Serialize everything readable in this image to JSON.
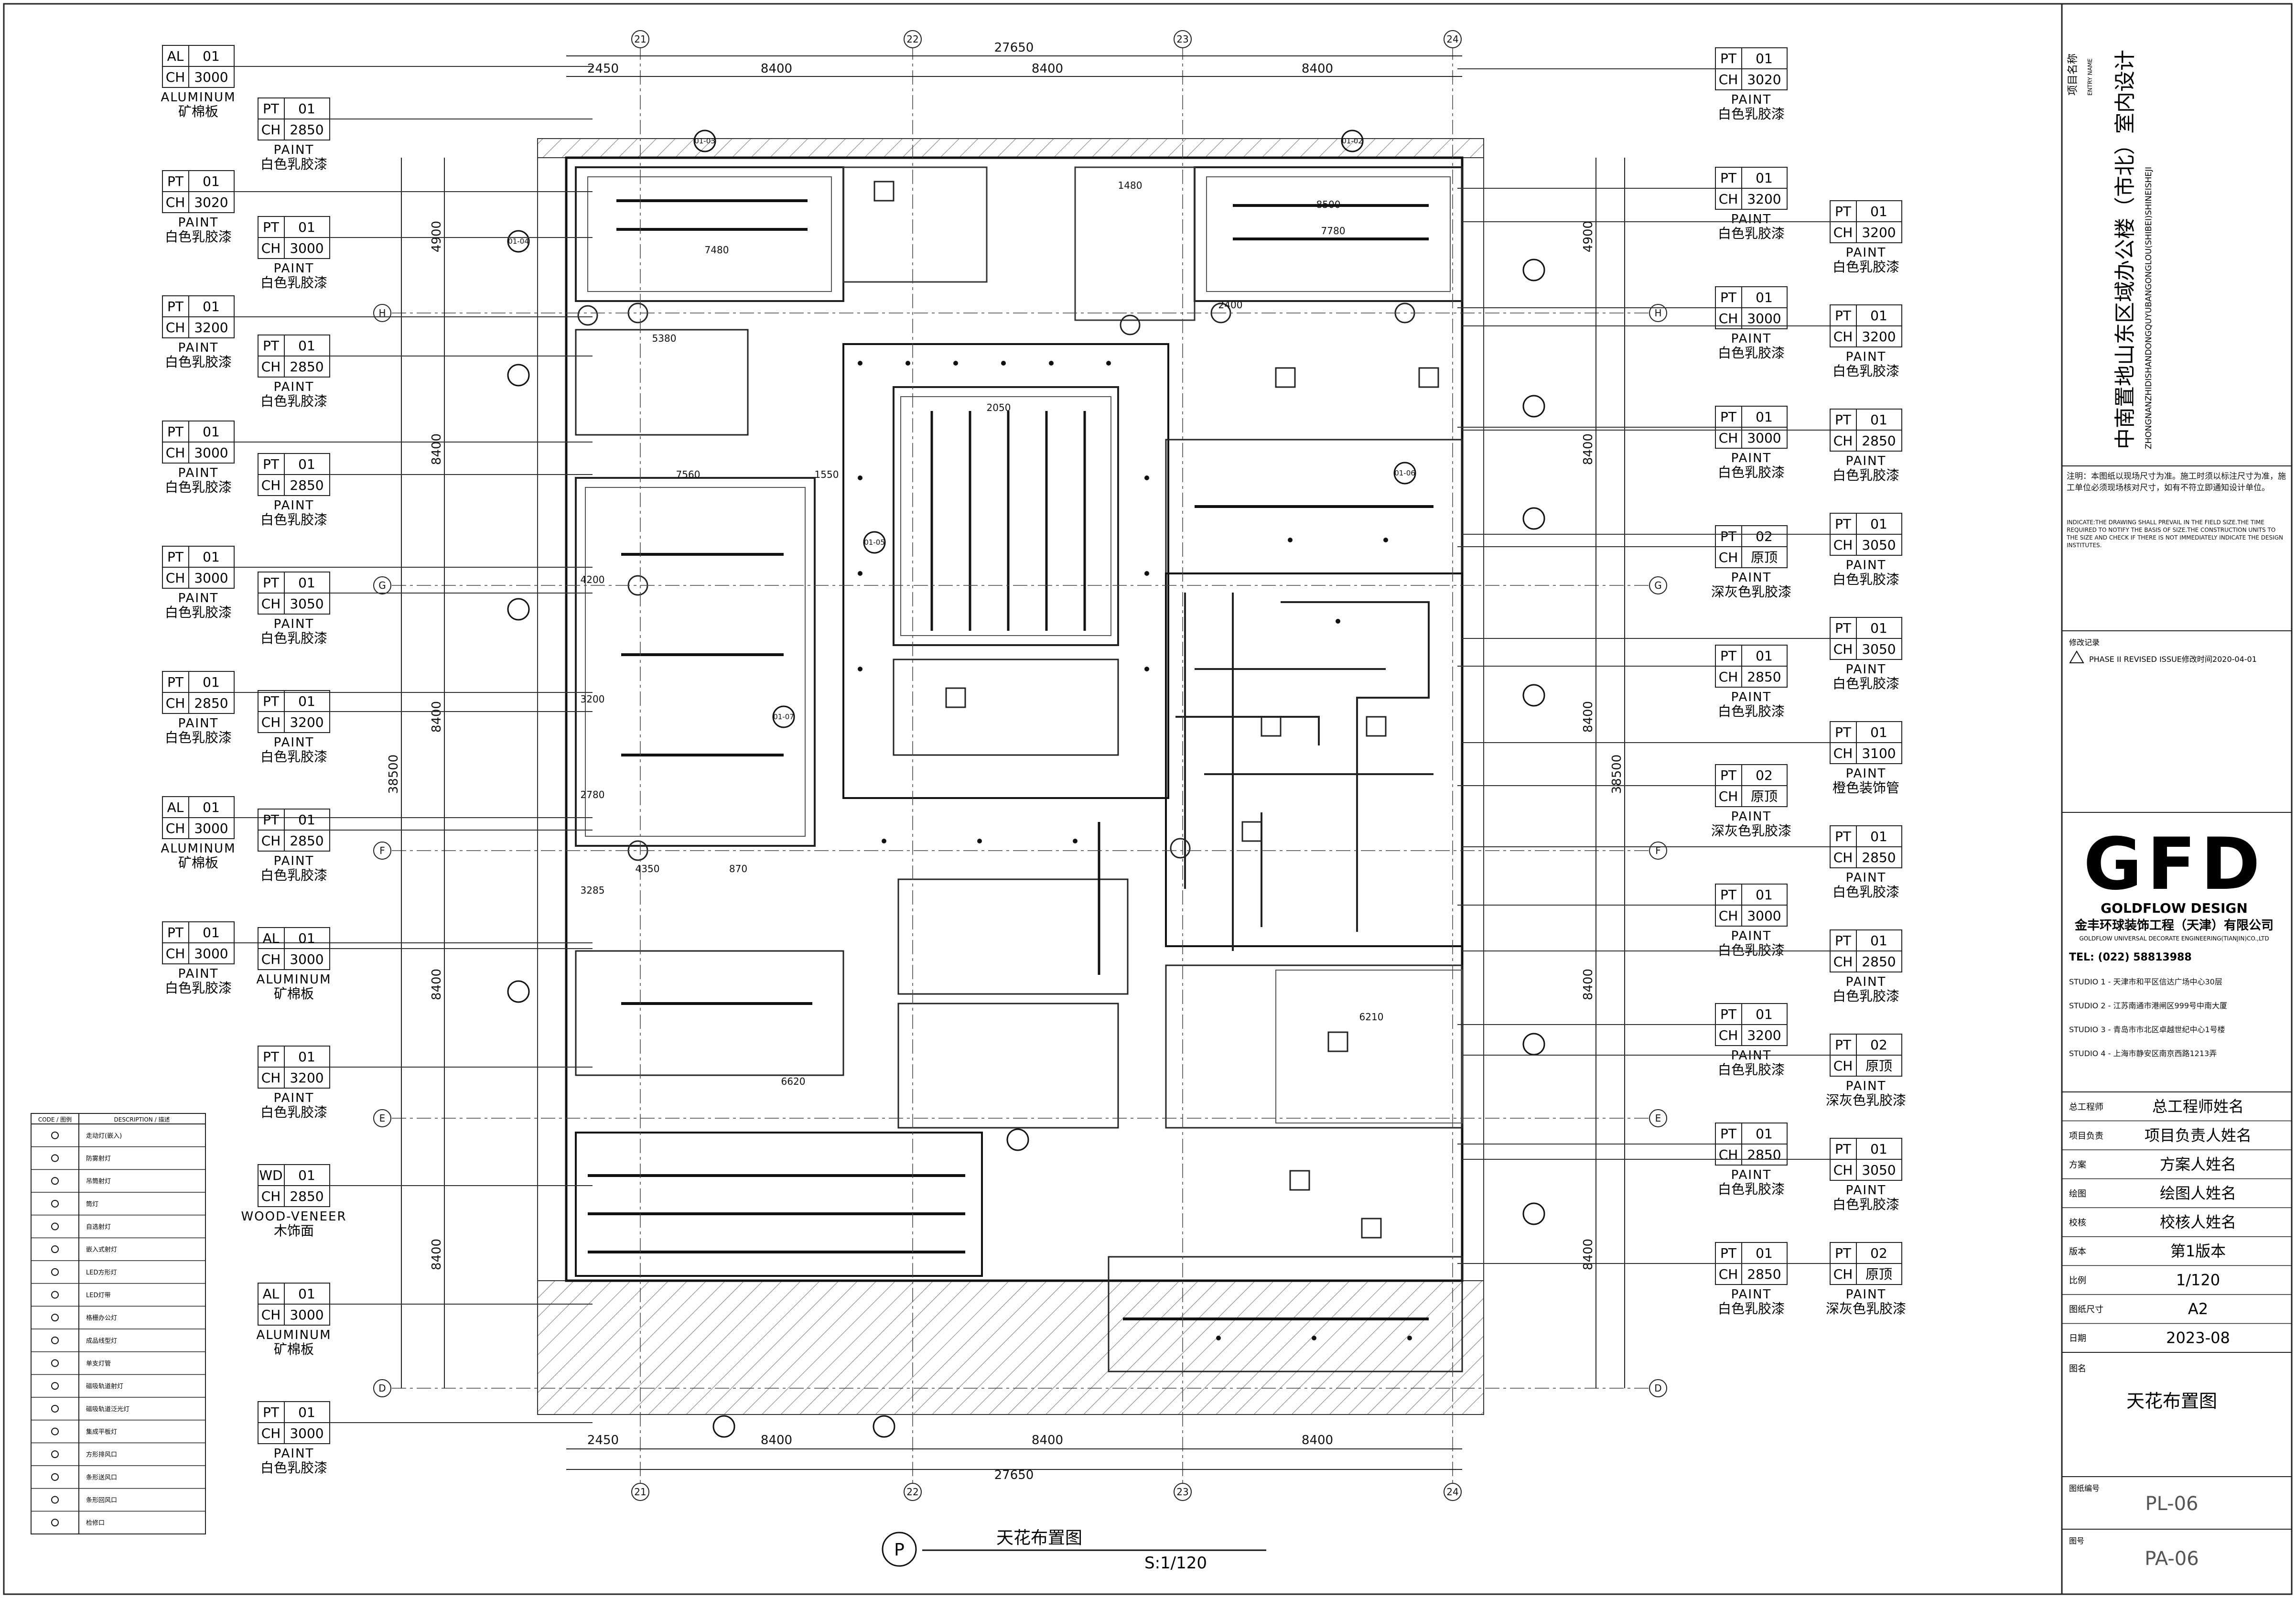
{
  "drawing": {
    "title": "天花布置图",
    "scale": "S:1/120",
    "drawing_mark": "P"
  },
  "grid": {
    "columns": [
      "21",
      "22",
      "23",
      "24"
    ],
    "rows": [
      "H",
      "G",
      "F",
      "E",
      "D"
    ],
    "dims_top": [
      "2450",
      "8400",
      "8400",
      "8400"
    ],
    "dims_bottom": [
      "2450",
      "8400",
      "8400",
      "8400"
    ],
    "overall_width": "27650",
    "dims_side": [
      "4900",
      "8400",
      "8400",
      "8400",
      "8400"
    ],
    "overall_height": "38500"
  },
  "tags_left": [
    {
      "code": "AL",
      "num": "01",
      "ch": "3000",
      "en": "ALUMINUM",
      "cn": "矿棉板"
    },
    {
      "code": "PT",
      "num": "01",
      "ch": "3020",
      "en": "PAINT",
      "cn": "白色乳胶漆"
    },
    {
      "code": "PT",
      "num": "01",
      "ch": "3200",
      "en": "PAINT",
      "cn": "白色乳胶漆"
    },
    {
      "code": "PT",
      "num": "01",
      "ch": "3000",
      "en": "PAINT",
      "cn": "白色乳胶漆"
    },
    {
      "code": "PT",
      "num": "01",
      "ch": "3000",
      "en": "PAINT",
      "cn": "白色乳胶漆"
    },
    {
      "code": "PT",
      "num": "01",
      "ch": "2850",
      "en": "PAINT",
      "cn": "白色乳胶漆"
    },
    {
      "code": "AL",
      "num": "01",
      "ch": "3000",
      "en": "ALUMINUM",
      "cn": "矿棉板"
    },
    {
      "code": "PT",
      "num": "01",
      "ch": "3000",
      "en": "PAINT",
      "cn": "白色乳胶漆"
    }
  ],
  "tags_left2": [
    {
      "code": "PT",
      "num": "01",
      "ch": "2850",
      "en": "PAINT",
      "cn": "白色乳胶漆"
    },
    {
      "code": "PT",
      "num": "01",
      "ch": "3000",
      "en": "PAINT",
      "cn": "白色乳胶漆"
    },
    {
      "code": "PT",
      "num": "01",
      "ch": "2850",
      "en": "PAINT",
      "cn": "白色乳胶漆"
    },
    {
      "code": "PT",
      "num": "01",
      "ch": "2850",
      "en": "PAINT",
      "cn": "白色乳胶漆"
    },
    {
      "code": "PT",
      "num": "01",
      "ch": "3050",
      "en": "PAINT",
      "cn": "白色乳胶漆"
    },
    {
      "code": "PT",
      "num": "01",
      "ch": "3200",
      "en": "PAINT",
      "cn": "白色乳胶漆"
    },
    {
      "code": "PT",
      "num": "01",
      "ch": "2850",
      "en": "PAINT",
      "cn": "白色乳胶漆"
    },
    {
      "code": "AL",
      "num": "01",
      "ch": "3000",
      "en": "ALUMINUM",
      "cn": "矿棉板"
    },
    {
      "code": "PT",
      "num": "01",
      "ch": "3200",
      "en": "PAINT",
      "cn": "白色乳胶漆"
    },
    {
      "code": "WD",
      "num": "01",
      "ch": "2850",
      "en": "WOOD-VENEER",
      "cn": "木饰面"
    },
    {
      "code": "AL",
      "num": "01",
      "ch": "3000",
      "en": "ALUMINUM",
      "cn": "矿棉板"
    },
    {
      "code": "PT",
      "num": "01",
      "ch": "3000",
      "en": "PAINT",
      "cn": "白色乳胶漆"
    }
  ],
  "tags_right": [
    {
      "code": "PT",
      "num": "01",
      "ch": "3020",
      "en": "PAINT",
      "cn": "白色乳胶漆"
    },
    {
      "code": "PT",
      "num": "01",
      "ch": "3200",
      "en": "PAINT",
      "cn": "白色乳胶漆"
    },
    {
      "code": "PT",
      "num": "01",
      "ch": "3000",
      "en": "PAINT",
      "cn": "白色乳胶漆"
    },
    {
      "code": "PT",
      "num": "01",
      "ch": "3000",
      "en": "PAINT",
      "cn": "白色乳胶漆"
    },
    {
      "code": "PT",
      "num": "02",
      "ch": "原顶",
      "en": "PAINT",
      "cn": "深灰色乳胶漆"
    },
    {
      "code": "PT",
      "num": "01",
      "ch": "2850",
      "en": "PAINT",
      "cn": "白色乳胶漆"
    },
    {
      "code": "PT",
      "num": "02",
      "ch": "原顶",
      "en": "PAINT",
      "cn": "深灰色乳胶漆"
    },
    {
      "code": "PT",
      "num": "01",
      "ch": "3000",
      "en": "PAINT",
      "cn": "白色乳胶漆"
    },
    {
      "code": "PT",
      "num": "01",
      "ch": "3200",
      "en": "PAINT",
      "cn": "白色乳胶漆"
    },
    {
      "code": "PT",
      "num": "01",
      "ch": "2850",
      "en": "PAINT",
      "cn": "白色乳胶漆"
    },
    {
      "code": "PT",
      "num": "01",
      "ch": "2850",
      "en": "PAINT",
      "cn": "白色乳胶漆"
    }
  ],
  "tags_right2": [
    {
      "code": "PT",
      "num": "01",
      "ch": "3200",
      "en": "PAINT",
      "cn": "白色乳胶漆"
    },
    {
      "code": "PT",
      "num": "01",
      "ch": "3200",
      "en": "PAINT",
      "cn": "白色乳胶漆"
    },
    {
      "code": "PT",
      "num": "01",
      "ch": "2850",
      "en": "PAINT",
      "cn": "白色乳胶漆"
    },
    {
      "code": "PT",
      "num": "01",
      "ch": "3050",
      "en": "PAINT",
      "cn": "白色乳胶漆"
    },
    {
      "code": "PT",
      "num": "01",
      "ch": "3050",
      "en": "PAINT",
      "cn": "白色乳胶漆"
    },
    {
      "code": "PT",
      "num": "01",
      "ch": "3100",
      "en": "PAINT",
      "cn": "橙色装饰管"
    },
    {
      "code": "PT",
      "num": "01",
      "ch": "2850",
      "en": "PAINT",
      "cn": "白色乳胶漆"
    },
    {
      "code": "PT",
      "num": "01",
      "ch": "2850",
      "en": "PAINT",
      "cn": "白色乳胶漆"
    },
    {
      "code": "PT",
      "num": "02",
      "ch": "原顶",
      "en": "PAINT",
      "cn": "深灰色乳胶漆"
    },
    {
      "code": "PT",
      "num": "01",
      "ch": "3050",
      "en": "PAINT",
      "cn": "白色乳胶漆"
    },
    {
      "code": "PT",
      "num": "02",
      "ch": "原顶",
      "en": "PAINT",
      "cn": "深灰色乳胶漆"
    }
  ],
  "legend": {
    "header_code": "CODE / 图例",
    "header_desc": "DESCRIPTION / 描述",
    "items": [
      "走动灯(嵌入)",
      "防雾射灯",
      "吊筒射灯",
      "筒灯",
      "自选射灯",
      "嵌入式射灯",
      "LED方形灯",
      "LED灯带",
      "格栅办公灯",
      "成品线型灯",
      "单支灯管",
      "磁吸轨道射灯",
      "磁吸轨道泛光灯",
      "集成平板灯",
      "方形排风口",
      "条形送风口",
      "条形回风口",
      "检修口"
    ]
  },
  "title_block": {
    "project_label": "项目名称",
    "project_label_en": "ENTRY NAME",
    "project_name": "中南置地山东区域办公楼（市北）室内设计",
    "project_name_en": "ZHONGNANZHIDISHANDONGQUYUBANGONGLOU(SHIBEI)SHINEISHEJI",
    "note_cn": "注明：本图纸以现场尺寸为准。施工时须以标注尺寸为准，施工单位必须现场核对尺寸，如有不符立即通知设计单位。",
    "note_en": "INDICATE:THE DRAWING SHALL PREVAIL IN THE FIELD SIZE.THE TIME REQUIRED TO NOTIFY THE BASIS OF SIZE.THE CONSTRUCTION UNITS TO THE SIZE AND CHECK IF THERE IS NOT IMMEDIATELY INDICATE THE DESIGN INSTITUTES.",
    "revision_label": "修改记录",
    "revision_text": "PHASE II REVISED ISSUE修改时间2020-04-01",
    "logo": "GFD",
    "logo_sub": "GOLDFLOW DESIGN",
    "company_cn": "金丰环球装饰工程（天津）有限公司",
    "company_en": "GOLDFLOW UNIVERSAL DECORATE ENGINEERING(TIANJIN)CO.,LTD",
    "tel": "TEL: (022) 58813988",
    "studios": [
      "STUDIO 1 - 天津市和平区信达广场中心30层",
      "STUDIO 2 - 江苏南通市港闸区999号中南大厦",
      "STUDIO 3 - 青岛市市北区卓越世纪中心1号楼",
      "STUDIO 4 - 上海市静安区南京西路1213弄"
    ],
    "rows": [
      {
        "label": "总工程师",
        "value": "总工程师姓名"
      },
      {
        "label": "项目负责",
        "value": "项目负责人姓名"
      },
      {
        "label": "方案",
        "value": "方案人姓名"
      },
      {
        "label": "绘图",
        "value": "绘图人姓名"
      },
      {
        "label": "校核",
        "value": "校核人姓名"
      },
      {
        "label": "版本",
        "value": "第1版本"
      },
      {
        "label": "比例",
        "value": "1/120"
      },
      {
        "label": "图纸尺寸",
        "value": "A2"
      },
      {
        "label": "日期",
        "value": "2023-08"
      }
    ],
    "drawing_name_label": "图名",
    "drawing_name": "天花布置图",
    "material_no_label": "图纸编号",
    "material_no": "PL-06",
    "map_no_label": "图号",
    "map_no": "PA-06"
  },
  "plan_labels": {
    "section_marks": [
      "01-03",
      "01-02",
      "01-04",
      "01-05",
      "01-06",
      "01-07"
    ],
    "dims_inner": [
      "7480",
      "7780",
      "8500",
      "7560",
      "5380",
      "1550",
      "6210",
      "4350",
      "1480",
      "2400",
      "2050",
      "3285",
      "4200",
      "3200",
      "2780",
      "6620",
      "870"
    ]
  }
}
